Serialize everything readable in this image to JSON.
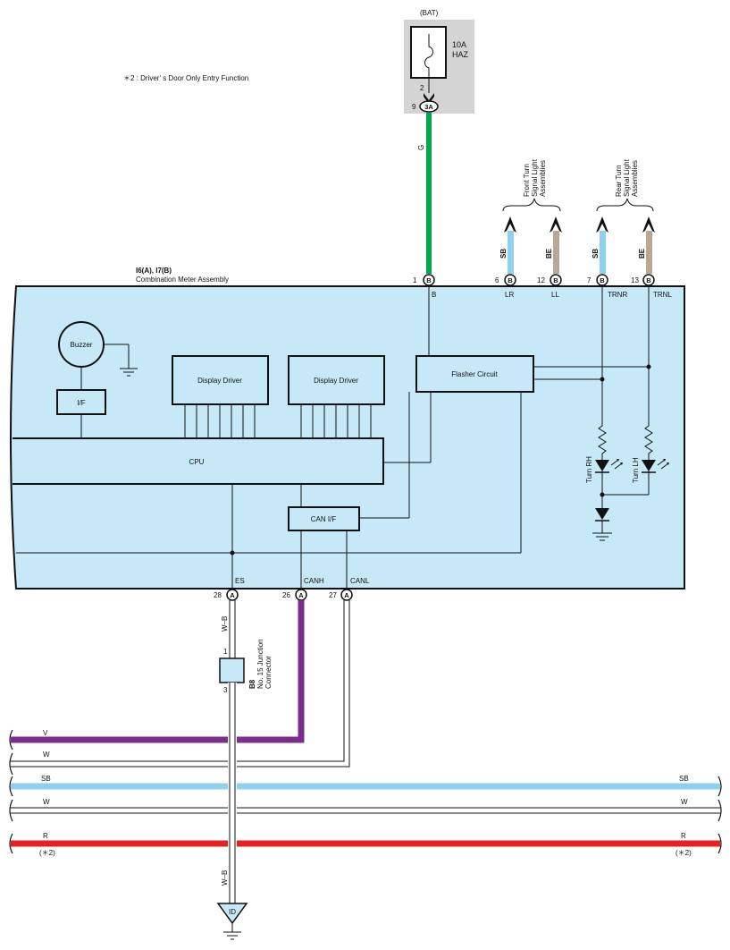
{
  "note": "＊2 : Driver' s Door Only Entry Function",
  "fuse": {
    "source": "(BAT)",
    "rating": "10A",
    "name": "HAZ",
    "pin_top": "2",
    "pin_num": "9",
    "connector": "3A"
  },
  "g_wire_color": "G",
  "front_group": [
    "Front Turn",
    "Signal Light",
    "Assemblies"
  ],
  "rear_group": [
    "Rear Turn",
    "Signal Light",
    "Assemblies"
  ],
  "meter": {
    "ref": "I6(A), I7(B)",
    "name": "Combination Meter Assembly",
    "top_pins": [
      {
        "num": "1",
        "conn": "B",
        "label": "B",
        "wire": ""
      },
      {
        "num": "6",
        "conn": "B",
        "label": "LR",
        "wire": "SB"
      },
      {
        "num": "12",
        "conn": "B",
        "label": "LL",
        "wire": "BE"
      },
      {
        "num": "7",
        "conn": "B",
        "label": "TRNR",
        "wire": "SB"
      },
      {
        "num": "13",
        "conn": "B",
        "label": "TRNL",
        "wire": "BE"
      }
    ],
    "bottom_pins": [
      {
        "num": "28",
        "conn": "A",
        "label": "ES"
      },
      {
        "num": "26",
        "conn": "A",
        "label": "CANH"
      },
      {
        "num": "27",
        "conn": "A",
        "label": "CANL"
      }
    ],
    "buzzer": "Buzzer",
    "if": "I/F",
    "display_driver_1": "Display Driver",
    "display_driver_2": "Display Driver",
    "flasher": "Flasher Circuit",
    "cpu": "CPU",
    "can_if": "CAN I/F",
    "turn_rh": "Turn RH",
    "turn_lh": "Turn LH"
  },
  "junction": {
    "ref": "B8",
    "line1": "No. 15 Junction",
    "line2": "Connector",
    "pin_top": "1",
    "pin_bottom": "3",
    "wire_top": "W–B",
    "wire_bottom": "W–B"
  },
  "bus": [
    {
      "color": "V",
      "right": "",
      "note": "",
      "hex": "#7b2d8e"
    },
    {
      "color": "W",
      "right": "",
      "note": "",
      "hex": "#ffffff"
    },
    {
      "color": "SB",
      "right": "SB",
      "note": "",
      "hex": "#8fd0ef"
    },
    {
      "color": "W",
      "right": "W",
      "note": "",
      "hex": "#ffffff"
    },
    {
      "color": "R",
      "right": "R",
      "note": "(＊2)",
      "hex": "#e32222"
    }
  ],
  "ground_ref": "ID",
  "colors": {
    "green": "#00a651",
    "light_blue": "#8fd0ef",
    "beige": "#bba894",
    "violet": "#7b2d8e",
    "red": "#e32222",
    "module_fill": "#c6e8f7",
    "fuse_bg": "#d4d4d4"
  }
}
